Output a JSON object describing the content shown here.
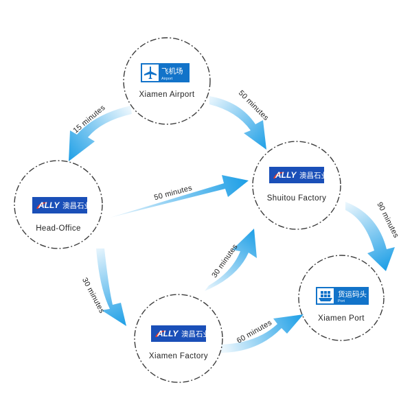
{
  "nodes": {
    "airport": {
      "label": "Xiamen Airport",
      "icon": "airplane-icon",
      "sign_cn": "飞机场",
      "sign_en": "Airport"
    },
    "head_office": {
      "label": "Head-Office",
      "logo": "ally-logo",
      "logo_text": "ALLY",
      "logo_cn": "澳昌石业"
    },
    "shuitou": {
      "label": "Shuitou Factory",
      "logo": "ally-logo",
      "logo_text": "ALLY",
      "logo_cn": "澳昌石业"
    },
    "xiamen_factory": {
      "label": "Xiamen Factory",
      "logo": "ally-logo",
      "logo_text": "ALLY",
      "logo_cn": "澳昌石业"
    },
    "port": {
      "label": "Xiamen Port",
      "icon": "cargo-ship-icon",
      "sign_cn": "货运码头",
      "sign_en": "Port"
    }
  },
  "edges": [
    {
      "from": "airport",
      "to": "head_office",
      "label": "15 minutes"
    },
    {
      "from": "airport",
      "to": "shuitou",
      "label": "50 minutes"
    },
    {
      "from": "head_office",
      "to": "shuitou",
      "label": "50 minutes"
    },
    {
      "from": "head_office",
      "to": "xiamen_factory",
      "label": "30 minutes"
    },
    {
      "from": "xiamen_factory",
      "to": "shuitou",
      "label": "30 minutes"
    },
    {
      "from": "xiamen_factory",
      "to": "port",
      "label": "60 minutes"
    },
    {
      "from": "shuitou",
      "to": "port",
      "label": "90 minutes"
    }
  ],
  "colors": {
    "arrow_light": "#eaf6fd",
    "arrow_dark": "#1e9fe6",
    "sign_blue": "#1273c9",
    "logo_blue": "#1a4fb8",
    "ring": "#3a3a3a"
  }
}
